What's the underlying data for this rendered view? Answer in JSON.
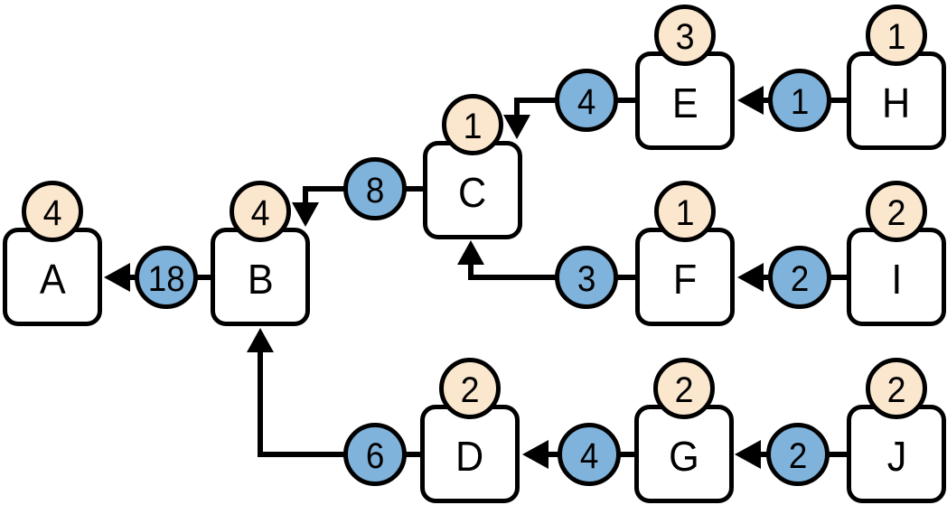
{
  "diagram": {
    "colors": {
      "node_fill": "#ffffff",
      "counter_fill": "#fae7ce",
      "badge_fill": "#7fb3db",
      "stroke": "#000000"
    },
    "nodes": [
      {
        "id": "A",
        "label": "A",
        "counter": "4"
      },
      {
        "id": "B",
        "label": "B",
        "counter": "4"
      },
      {
        "id": "C",
        "label": "C",
        "counter": "1"
      },
      {
        "id": "D",
        "label": "D",
        "counter": "2"
      },
      {
        "id": "E",
        "label": "E",
        "counter": "3"
      },
      {
        "id": "F",
        "label": "F",
        "counter": "1"
      },
      {
        "id": "G",
        "label": "G",
        "counter": "2"
      },
      {
        "id": "H",
        "label": "H",
        "counter": "1"
      },
      {
        "id": "I",
        "label": "I",
        "counter": "2"
      },
      {
        "id": "J",
        "label": "J",
        "counter": "2"
      }
    ],
    "edges": [
      {
        "from": "B",
        "to": "A",
        "value": "18"
      },
      {
        "from": "C",
        "to": "B",
        "value": "8"
      },
      {
        "from": "E",
        "to": "C",
        "value": "4"
      },
      {
        "from": "H",
        "to": "E",
        "value": "1"
      },
      {
        "from": "F",
        "to": "C",
        "value": "3"
      },
      {
        "from": "I",
        "to": "F",
        "value": "2"
      },
      {
        "from": "D",
        "to": "B",
        "value": "6"
      },
      {
        "from": "G",
        "to": "D",
        "value": "4"
      },
      {
        "from": "J",
        "to": "G",
        "value": "2"
      }
    ]
  }
}
